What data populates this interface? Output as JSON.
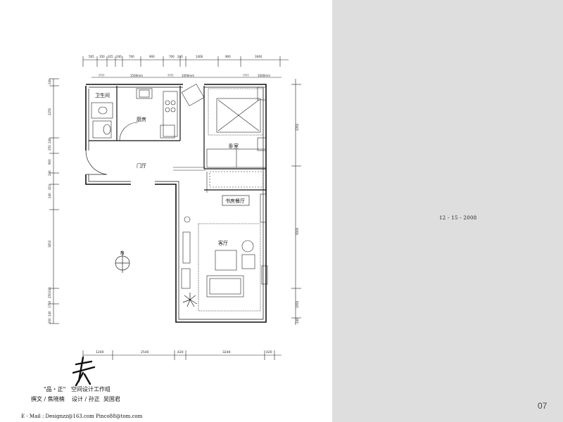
{
  "rooms": {
    "bathroom": "卫生间",
    "kitchen": "厨房",
    "bedroom": "卧室",
    "entry": "门厅",
    "study_dining": "书房餐厅",
    "living": "客厅"
  },
  "north_label": "N",
  "dims_top": [
    "565",
    "350",
    "325",
    "240",
    "700",
    "900",
    "700",
    "240",
    "1400",
    "900",
    "1640"
  ],
  "dims_top_sub": {
    "d1": "1500mm",
    "d2": "1000mm",
    "d3": "1000mm",
    "q": "????"
  },
  "dims_bottom": [
    "1240",
    "2540",
    "420",
    "3240",
    "420"
  ],
  "dims_left": [
    "240",
    "2250",
    "240",
    "250",
    "900",
    "240",
    "410",
    "240",
    "3810",
    "240",
    "250",
    "1750",
    "240",
    "200"
  ],
  "dims_right": [
    "3350",
    "5000",
    "1050",
    "240"
  ],
  "credits": {
    "studio_name": "\"品・正\"",
    "studio_desc": "空间设计工作组",
    "writer_role": "撰文",
    "writer": "焦晓楠",
    "design_role": "设计",
    "designer1": "孙正",
    "designer2": "吴国君",
    "email": "E - Mail : Designzz@163.com   Pinco88@tom.com"
  },
  "date": "12 - 15 - 2008",
  "page_number": "07"
}
